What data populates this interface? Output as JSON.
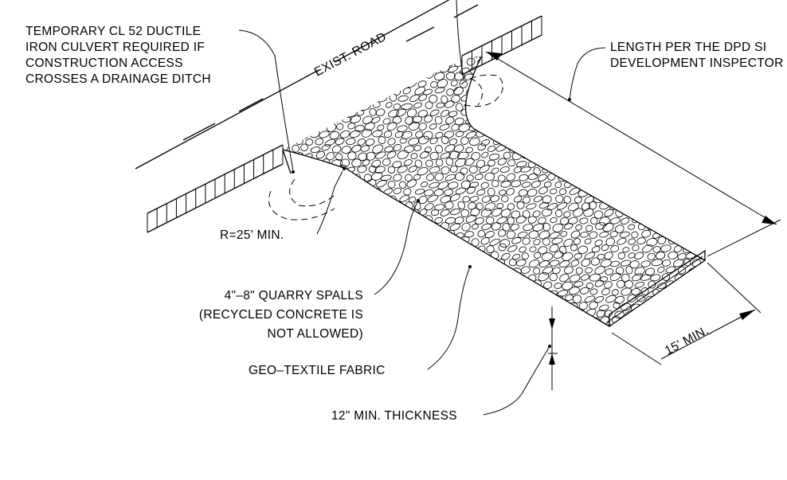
{
  "labels": {
    "culvert": [
      "TEMPORARY CL 52 DUCTILE",
      "IRON CULVERT REQUIRED IF",
      "CONSTRUCTION ACCESS",
      "CROSSES A DRAINAGE DITCH"
    ],
    "road": "EXIST. ROAD",
    "length": [
      "LENGTH PER THE DPD SI",
      "DEVELOPMENT INSPECTOR"
    ],
    "radius": "R=25' MIN.",
    "spalls": [
      "4\"–8\" QUARRY SPALLS",
      "(RECYCLED CONCRETE IS",
      "NOT ALLOWED)"
    ],
    "fabric": "GEO–TEXTILE FABRIC",
    "thickness": "12\" MIN. THICKNESS",
    "width": "15' MIN."
  }
}
